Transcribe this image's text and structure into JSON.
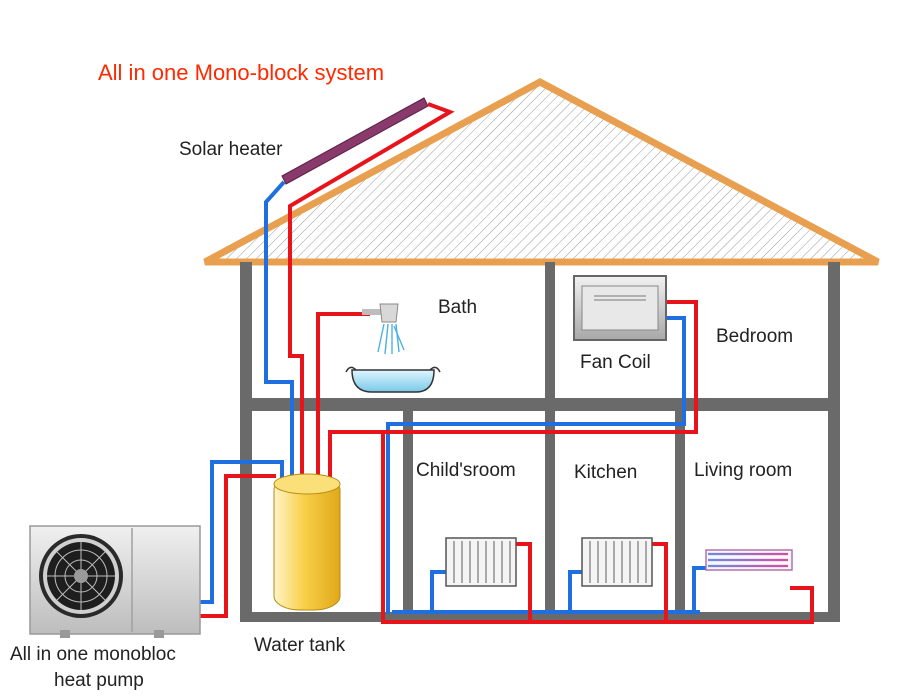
{
  "title": "All in one Mono-block system",
  "colors": {
    "title": "#ff2a00",
    "roof": "#e8a050",
    "wall": "#6a6a6a",
    "hot_pipe": "#e8141c",
    "cold_pipe": "#1f6fe0",
    "solar_panel": "#8a3a6a",
    "tank": "#f6c62a",
    "heat_pump": "#d8d8d8"
  },
  "labels": {
    "solar_heater": "Solar heater",
    "bath": "Bath",
    "bedroom": "Bedroom",
    "fan_coil": "Fan Coil",
    "childs_room": "Child'sroom",
    "kitchen": "Kitchen",
    "living_room": "Living room",
    "water_tank": "Water tank",
    "heat_pump_line1": "All in one monobloc",
    "heat_pump_line2": "heat pump"
  }
}
